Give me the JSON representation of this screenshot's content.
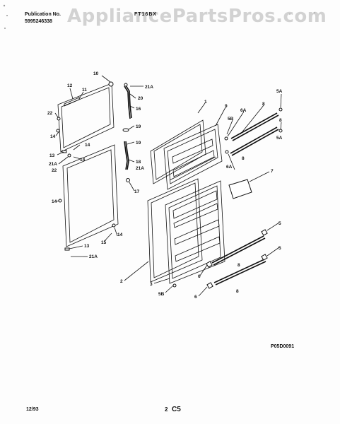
{
  "header": {
    "publication_label": "Publication No.",
    "publication_number": "5995246338",
    "model": "FT16BX",
    "watermark": "AppliancePartsPros.com"
  },
  "diagram": {
    "code": "P05D0091",
    "callouts": {
      "c1": "1",
      "c2": "2",
      "c3": "3",
      "c5": "5",
      "c5a": "5A",
      "c5b": "5B",
      "c6": "6",
      "c6a": "6A",
      "c7": "7",
      "c8": "8",
      "c9": "9",
      "c10": "10",
      "c11": "11",
      "c12": "12",
      "c13": "13",
      "c14": "14",
      "c15": "15",
      "c16": "16",
      "c17": "17",
      "c18": "18",
      "c19": "19",
      "c20": "20",
      "c21a": "21A",
      "c22": "22"
    }
  },
  "footer": {
    "date": "12/93",
    "page": "2",
    "section": "C5"
  }
}
